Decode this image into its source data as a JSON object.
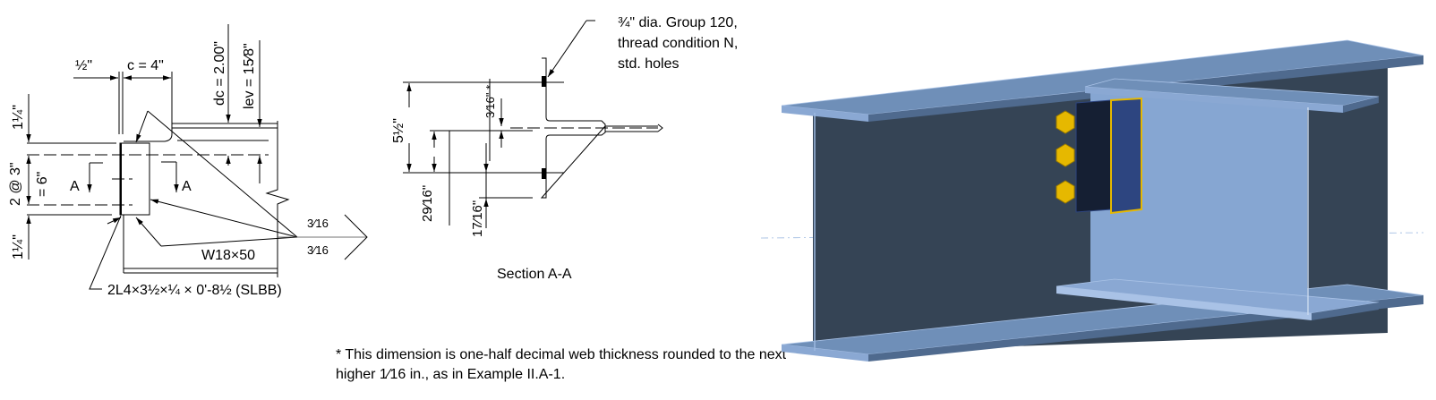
{
  "elevation": {
    "dim_half": "½\"",
    "dim_c": "c = 4\"",
    "dim_dc": "dc = 2.00\"",
    "dim_lev": "lev = 15⁄8\"",
    "dim_top_edge": "1¼\"",
    "dim_spacing": "2 @ 3\"",
    "dim_spacing_total": "= 6\"",
    "dim_bottom_edge": "1¼\"",
    "section_mark_left": "A",
    "section_mark_right": "A",
    "weld_size_top": "3⁄16",
    "weld_size_bottom": "3⁄16",
    "beam_label": "W18×50",
    "angle_label": "2L4×3½×¼ × 0'-8½ (SLBB)"
  },
  "section": {
    "bolt_callout_line1": "¾\" dia. Group 120,",
    "bolt_callout_line2": "thread condition N,",
    "bolt_callout_line3": "std. holes",
    "dim_total": "5½\"",
    "dim_web_offset": "3⁄16\" *",
    "dim_gage": "29⁄16\"",
    "dim_edge": "17⁄16\"",
    "title": "Section A-A"
  },
  "footnote": {
    "line1": "* This dimension is one-half decimal web thickness rounded to the next",
    "line2": "higher 1⁄16 in., as in Example II.A-1."
  },
  "colors": {
    "steel_dark": "#354455",
    "steel_light": "#86a6d2",
    "flange": "#6f8fb8",
    "bolt": "#e6b800",
    "angle": "#2d4580"
  }
}
